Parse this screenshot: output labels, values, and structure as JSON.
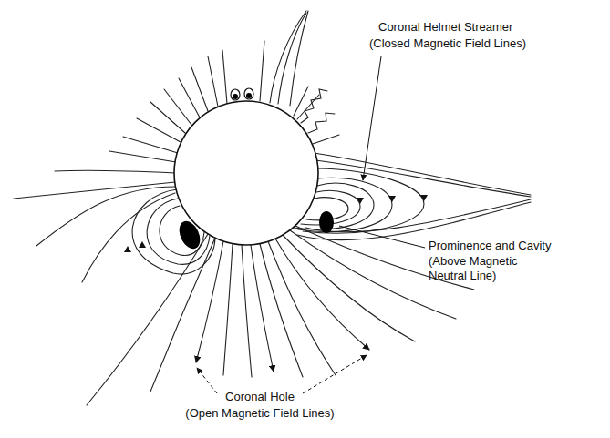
{
  "diagram": {
    "labels": [
      "Coronal Helmet Streamer",
      "(Closed Magnetic Field Lines)",
      "Prominence and Cavity",
      "(Above Magnetic Neutral Line)",
      "Coronal Hole",
      "(Open Magnetic Field Lines)"
    ]
  }
}
